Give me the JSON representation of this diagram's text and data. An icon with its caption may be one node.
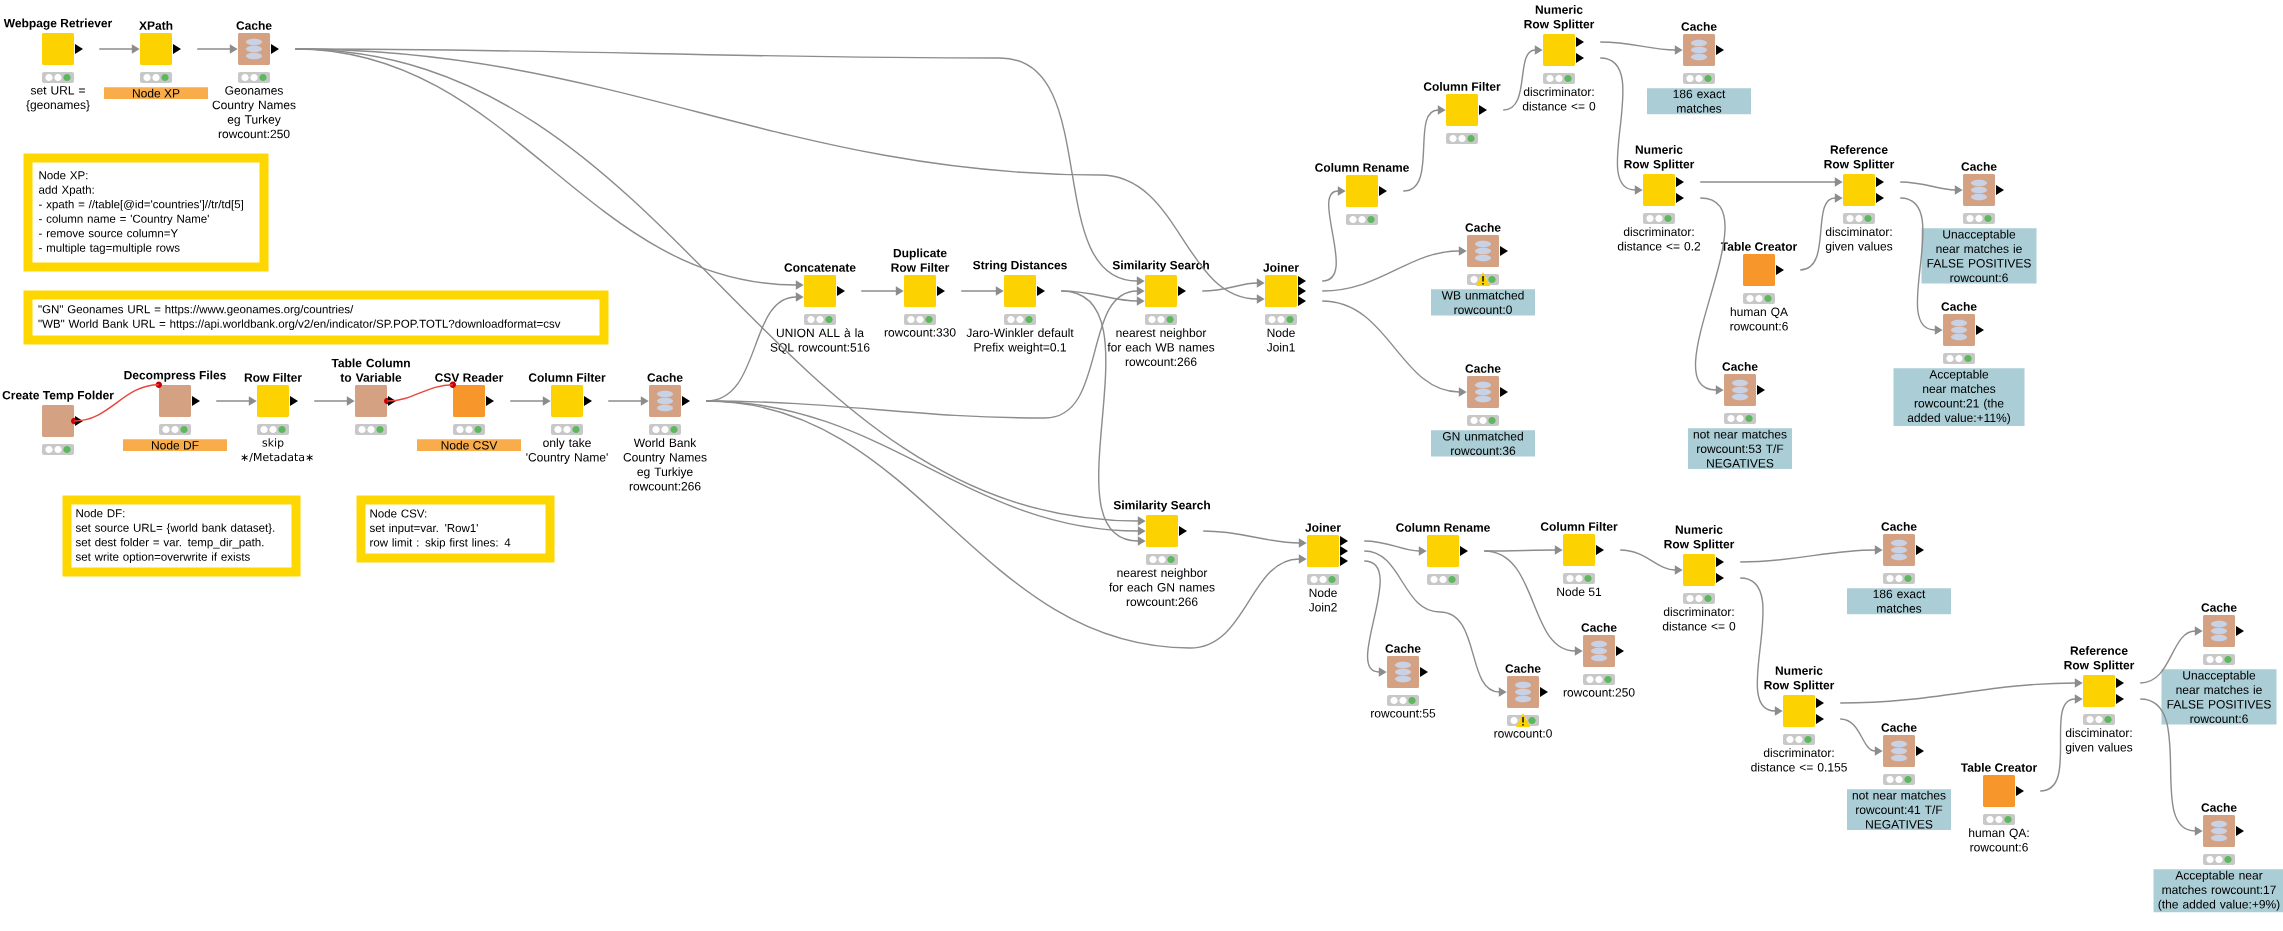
{
  "diagram": {
    "nodes": [
      {
        "text": [
          "Webpage Retriever",
          "set URL = {geonames}"
        ]
      },
      {
        "text": [
          "XPath",
          "Node XP"
        ]
      },
      {
        "text": [
          "Cache",
          "Geonames Country Names eg Turkey rowcount:250"
        ]
      },
      {
        "text": [
          "Create Temp Folder"
        ]
      },
      {
        "text": [
          "Decompress Files",
          "Node DF"
        ]
      },
      {
        "text": [
          "Row Filter",
          "skip ∗/Metadata∗"
        ]
      },
      {
        "text": [
          "Table Column to Variable"
        ]
      },
      {
        "text": [
          "CSV Reader",
          "Node CSV"
        ]
      },
      {
        "text": [
          "Column Filter",
          "only take 'Country Name'"
        ]
      },
      {
        "text": [
          "Cache",
          "World Bank Country Names eg Turkiye rowcount:266"
        ]
      },
      {
        "text": [
          "Concatenate",
          "UNION ALL à la SQL rowcount:516"
        ]
      },
      {
        "text": [
          "Duplicate Row Filter",
          "rowcount:330"
        ]
      },
      {
        "text": [
          "String Distances",
          "Jaro-Winkler default Prefix weight=0.1"
        ]
      },
      {
        "text": [
          "Similarity Search",
          "nearest neighbor for each WB names rowcount:266"
        ]
      },
      {
        "text": [
          "Joiner",
          "Node Join1"
        ]
      },
      {
        "text": [
          "Column Rename"
        ]
      },
      {
        "text": [
          "Column Filter"
        ]
      },
      {
        "text": [
          "Numeric Row Splitter",
          "discriminator: distance <= 0"
        ]
      },
      {
        "text": [
          "Cache",
          "186 exact matches"
        ]
      },
      {
        "text": [
          "Cache",
          "WB unmatched rowcount:0"
        ]
      },
      {
        "text": [
          "Cache",
          "GN unmatched rowcount:36"
        ]
      },
      {
        "text": [
          "Numeric Row Splitter",
          "discriminator: distance <= 0.2"
        ]
      },
      {
        "text": [
          "Table Creator",
          "human QA rowcount:6"
        ]
      },
      {
        "text": [
          "Reference Row Splitter",
          "disciminator: given values"
        ]
      },
      {
        "text": [
          "Cache",
          "Unacceptable near matches ie FALSE POSITIVES rowcount:6"
        ]
      },
      {
        "text": [
          "Cache",
          "Acceptable near matches rowcount:21 (the added value:+11%)"
        ]
      },
      {
        "text": [
          "Cache",
          "not near matches rowcount:53 T/F NEGATIVES"
        ]
      },
      {
        "text": [
          "Similarity Search",
          "nearest neighbor for each GN names rowcount:266"
        ]
      },
      {
        "text": [
          "Joiner",
          "Node Join2"
        ]
      },
      {
        "text": [
          "Column Rename"
        ]
      },
      {
        "text": [
          "Column Filter",
          "Node 51"
        ]
      },
      {
        "text": [
          "Numeric Row Splitter",
          "discriminator: distance <= 0"
        ]
      },
      {
        "text": [
          "Cache",
          "186 exact matches"
        ]
      },
      {
        "text": [
          "Cache",
          "rowcount:55"
        ]
      },
      {
        "text": [
          "Cache",
          "rowcount:0"
        ]
      },
      {
        "text": [
          "Cache",
          "rowcount:250"
        ]
      },
      {
        "text": [
          "Numeric Row Splitter",
          "discriminator: distance <= 0.155"
        ]
      },
      {
        "text": [
          "Cache",
          "not near matches rowcount:41 T/F NEGATIVES"
        ]
      },
      {
        "text": [
          "Table Creator",
          "human QA: rowcount:6"
        ]
      },
      {
        "text": [
          "Reference Row Splitter",
          "disciminator: given values"
        ]
      },
      {
        "text": [
          "Cache",
          "Unacceptable near matches ie FALSE POSITIVES rowcount:6"
        ]
      },
      {
        "text": [
          "Cache",
          "Acceptable near matches rowcount:17 (the added value:+9%)"
        ]
      },
      {
        "text": [
          "Node XP:",
          "add Xpath:",
          "- xpath = //table[@id='countries']//tr/td[5]",
          "- column name = 'Country Name'",
          "- remove source column=Y",
          "- multiple tag=multiple rows"
        ]
      },
      {
        "text": [
          "\"GN\" Geonames URL = https://www.geonames.org/countries/",
          "\"WB\" World Bank URL = https://api.worldbank.org/v2/en/indicator/SP.POP.TOTL?downloadformat=csv"
        ]
      },
      {
        "text": [
          "Node DF:",
          "set source URL= {world bank dataset}.",
          "set dest folder = var. temp_dir_path.",
          "set write option=overwrite if exists"
        ]
      },
      {
        "text": [
          "Node CSV:",
          "set input=var. 'Row1'",
          "row limit : skip first lines: 4"
        ]
      }
    ],
    "edges": [
      {
        "from": 0,
        "to": 1,
        "arrow": "to"
      },
      {
        "from": 1,
        "to": 2,
        "arrow": "to"
      },
      {
        "from": 3,
        "to": 4,
        "arrow": "none",
        "color": "#e8453c"
      },
      {
        "from": 4,
        "to": 5,
        "arrow": "to"
      },
      {
        "from": 5,
        "to": 6,
        "arrow": "to"
      },
      {
        "from": 6,
        "to": 7,
        "arrow": "none",
        "color": "#e8453c"
      },
      {
        "from": 7,
        "to": 8,
        "arrow": "to"
      },
      {
        "from": 8,
        "to": 9,
        "arrow": "to"
      },
      {
        "from": 2,
        "to": 10,
        "arrow": "to"
      },
      {
        "from": 9,
        "to": 10,
        "arrow": "to"
      },
      {
        "from": 10,
        "to": 11,
        "arrow": "to"
      },
      {
        "from": 11,
        "to": 12,
        "arrow": "to"
      },
      {
        "from": 2,
        "to": 13,
        "arrow": "to"
      },
      {
        "from": 9,
        "to": 13,
        "arrow": "to"
      },
      {
        "from": 12,
        "to": 13,
        "arrow": "to"
      },
      {
        "from": 13,
        "to": 14,
        "arrow": "to"
      },
      {
        "from": 2,
        "to": 14,
        "arrow": "to"
      },
      {
        "from": 14,
        "to": 15,
        "arrow": "to"
      },
      {
        "from": 14,
        "to": 19,
        "arrow": "to"
      },
      {
        "from": 14,
        "to": 20,
        "arrow": "to"
      },
      {
        "from": 15,
        "to": 16,
        "arrow": "to"
      },
      {
        "from": 16,
        "to": 17,
        "arrow": "to"
      },
      {
        "from": 17,
        "to": 18,
        "arrow": "to"
      },
      {
        "from": 17,
        "to": 21,
        "arrow": "to"
      },
      {
        "from": 21,
        "to": 23,
        "arrow": "to"
      },
      {
        "from": 21,
        "to": 26,
        "arrow": "to"
      },
      {
        "from": 22,
        "to": 23,
        "arrow": "to"
      },
      {
        "from": 23,
        "to": 24,
        "arrow": "to"
      },
      {
        "from": 23,
        "to": 25,
        "arrow": "to"
      },
      {
        "from": 2,
        "to": 27,
        "arrow": "to"
      },
      {
        "from": 9,
        "to": 27,
        "arrow": "to"
      },
      {
        "from": 12,
        "to": 27,
        "arrow": "to"
      },
      {
        "from": 27,
        "to": 28,
        "arrow": "to"
      },
      {
        "from": 9,
        "to": 28,
        "arrow": "to"
      },
      {
        "from": 28,
        "to": 29,
        "arrow": "to"
      },
      {
        "from": 28,
        "to": 34,
        "arrow": "to"
      },
      {
        "from": 28,
        "to": 33,
        "arrow": "to"
      },
      {
        "from": 29,
        "to": 30,
        "arrow": "to"
      },
      {
        "from": 29,
        "to": 35,
        "arrow": "to"
      },
      {
        "from": 30,
        "to": 31,
        "arrow": "to"
      },
      {
        "from": 31,
        "to": 32,
        "arrow": "to"
      },
      {
        "from": 31,
        "to": 36,
        "arrow": "to"
      },
      {
        "from": 36,
        "to": 39,
        "arrow": "to"
      },
      {
        "from": 36,
        "to": 37,
        "arrow": "to"
      },
      {
        "from": 38,
        "to": 39,
        "arrow": "to"
      },
      {
        "from": 39,
        "to": 40,
        "arrow": "to"
      },
      {
        "from": 39,
        "to": 41,
        "arrow": "to"
      }
    ]
  }
}
